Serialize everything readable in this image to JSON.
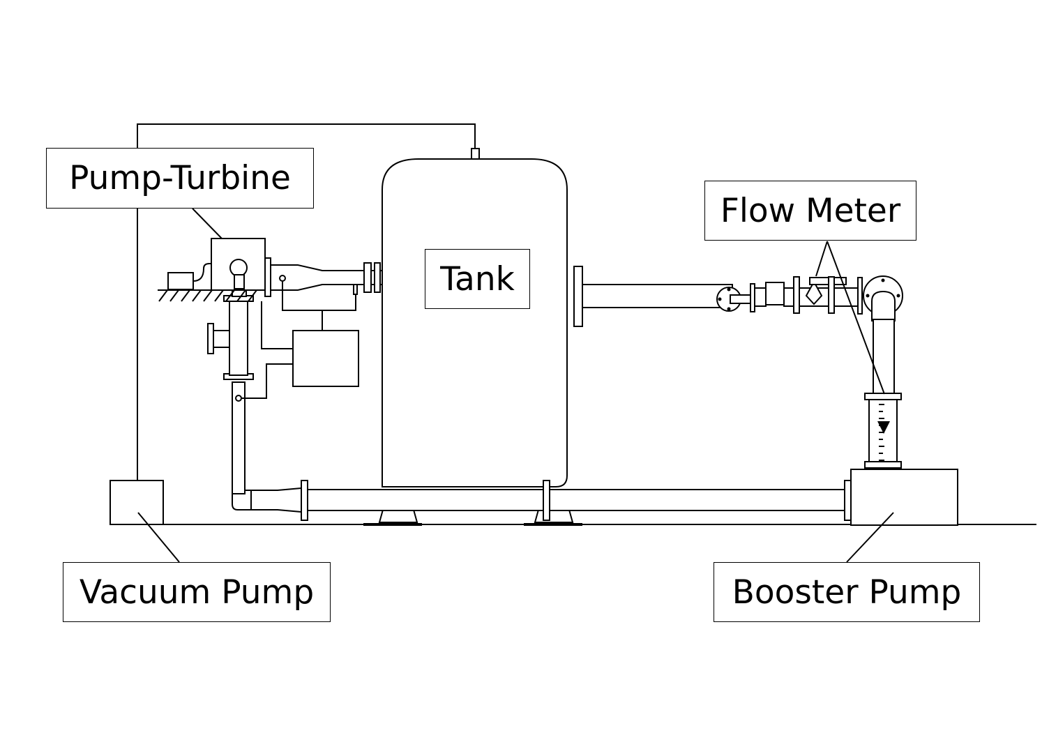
{
  "labels": {
    "pump_turbine": "Pump-Turbine",
    "tank": "Tank",
    "flow_meter": "Flow Meter",
    "vacuum_pump": "Vacuum Pump",
    "booster_pump": "Booster Pump"
  },
  "colors": {
    "line": "#000000",
    "background": "#ffffff"
  }
}
